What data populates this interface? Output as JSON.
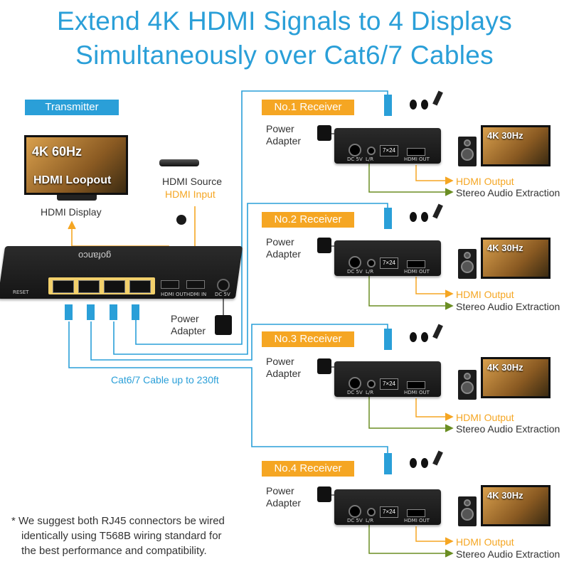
{
  "title": {
    "line1": "Extend 4K HDMI Signals to 4 Displays",
    "line2": "Simultaneously over Cat6/7 Cables"
  },
  "transmitter": {
    "tag": "Transmitter",
    "display_resolution": "4K 60Hz",
    "loopout_badge": "HDMI Loopout",
    "display_label": "HDMI Display",
    "source_label": "HDMI Source",
    "input_label": "HDMI Input",
    "power_label_1": "Power",
    "power_label_2": "Adapter",
    "reset_label": "RESET",
    "hdmi_out_label": "HDMI OUT",
    "hdmi_in_label": "HDMI IN",
    "dc_label": "DC 5V",
    "brand": "gofanco",
    "cable_label": "Cat6/7 Cable up to 230ft"
  },
  "receivers": [
    {
      "tag": "No.1  Receiver",
      "power_1": "Power",
      "power_2": "Adapter",
      "resolution": "4K 30Hz",
      "output": "HDMI Output",
      "audio": "Stereo Audio Extraction"
    },
    {
      "tag": "No.2  Receiver",
      "power_1": "Power",
      "power_2": "Adapter",
      "resolution": "4K 30Hz",
      "output": "HDMI Output",
      "audio": "Stereo Audio Extraction"
    },
    {
      "tag": "No.3  Receiver",
      "power_1": "Power",
      "power_2": "Adapter",
      "resolution": "4K 30Hz",
      "output": "HDMI Output",
      "audio": "Stereo Audio Extraction"
    },
    {
      "tag": "No.4  Receiver",
      "power_1": "Power",
      "power_2": "Adapter",
      "resolution": "4K 30Hz",
      "output": "HDMI Output",
      "audio": "Stereo Audio Extraction"
    }
  ],
  "receiver_ports": {
    "dc": "DC 5V",
    "lr": "L/R",
    "hdmi": "HDMI OUT",
    "badge": "7×24"
  },
  "note": {
    "line1": "* We suggest both RJ45 connectors be wired",
    "line2": "identically using T568B wiring standard for",
    "line3": "the best performance and compatibility."
  },
  "colors": {
    "accent_blue": "#2a9fd8",
    "accent_orange": "#f5a623",
    "audio_green": "#6b8e23",
    "cable_blue": "#2a9fd8"
  }
}
